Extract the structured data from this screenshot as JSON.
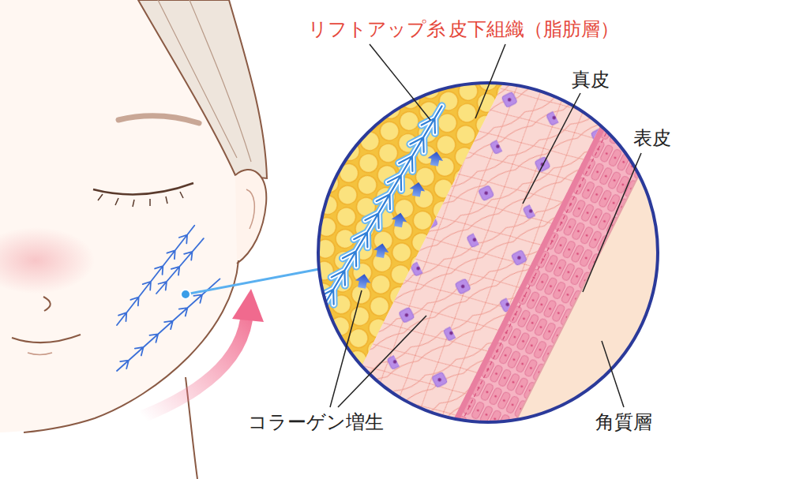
{
  "diagram": {
    "labels": [
      "リフトアップ糸",
      "皮下組織（脂肪層）",
      "真皮",
      "表皮",
      "コラーゲン増生",
      "角質層"
    ]
  }
}
